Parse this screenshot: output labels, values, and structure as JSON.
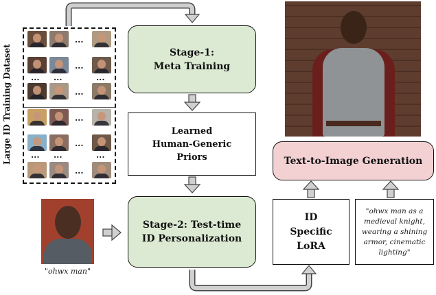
{
  "dataset": {
    "label": "Large ID Training Dataset",
    "ellipsis": "..."
  },
  "stage1": {
    "line1": "Stage-1:",
    "line2": "Meta Training"
  },
  "priors": {
    "line1": "Learned",
    "line2": "Human-Generic",
    "line3": "Priors"
  },
  "stage2": {
    "line1": "Stage-2: Test-time",
    "line2": "ID Personalization"
  },
  "lora": {
    "line1": "ID",
    "line2": "Specific",
    "line3": "LoRA"
  },
  "prompt": {
    "line1": "\"ohwx man as a",
    "line2": "medieval knight,",
    "line3": "wearing a shining",
    "line4": "armor, cinematic",
    "line5": "lighting\""
  },
  "t2i": {
    "label": "Text-to-Image Generation"
  },
  "input_photo": {
    "caption": "\"ohwx man\""
  },
  "colors": {
    "stage_green": "#dcead3",
    "t2i_pink": "#f3d1d3",
    "arrow_gray": "#d0d0d0"
  }
}
